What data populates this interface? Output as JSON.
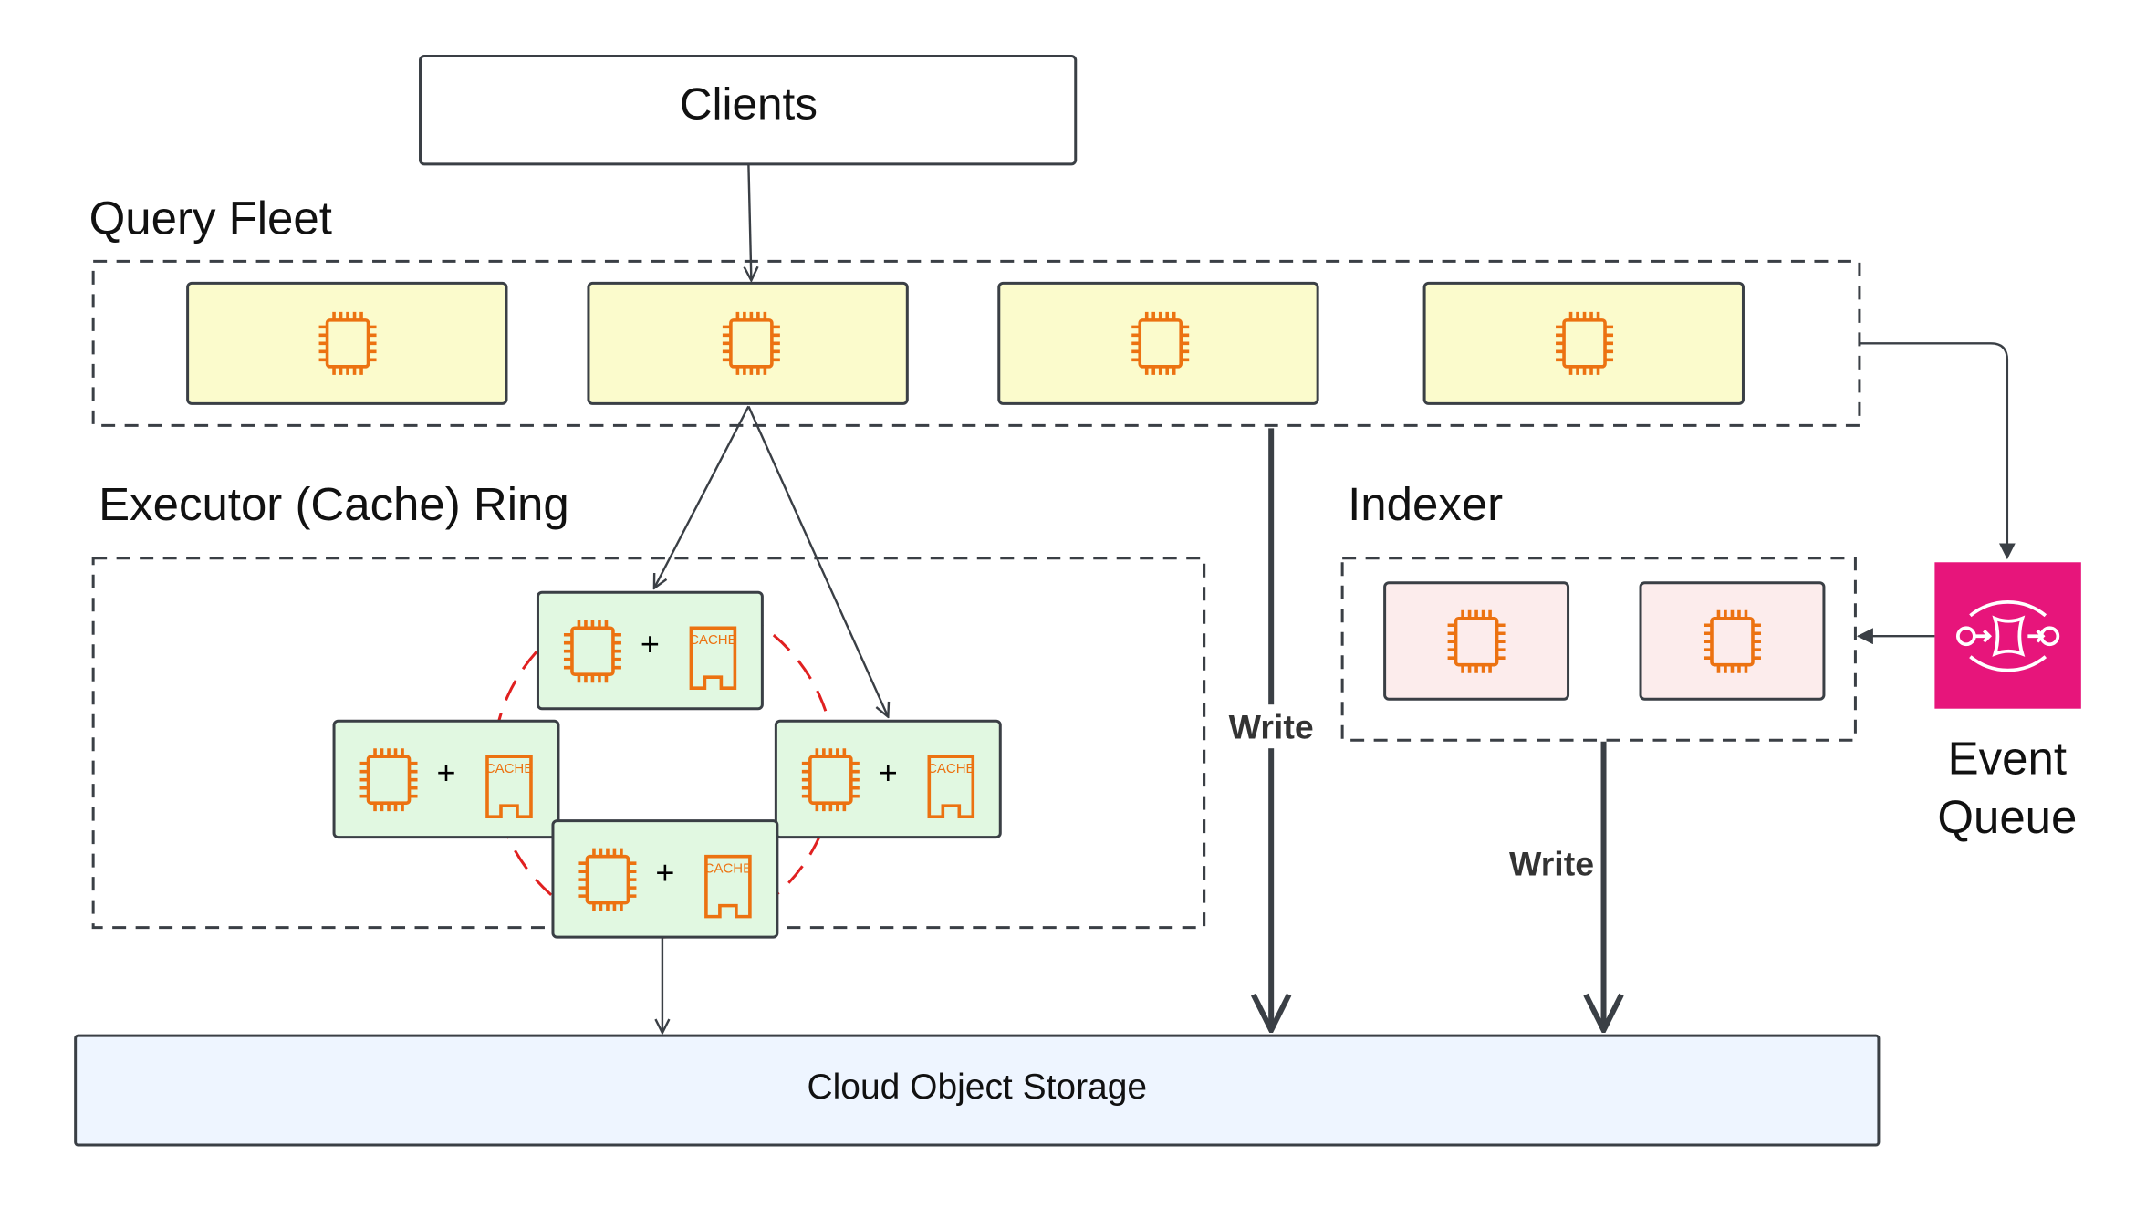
{
  "clients": {
    "label": "Clients"
  },
  "query_fleet": {
    "label": "Query Fleet",
    "nodes": 4
  },
  "executor_ring": {
    "label": "Executor (Cache) Ring",
    "plus": "+",
    "cache_label": "CACHE"
  },
  "indexer": {
    "label": "Indexer"
  },
  "event_queue": {
    "line1": "Event",
    "line2": "Queue",
    "color": "#e7157b"
  },
  "storage": {
    "label": "Cloud Object Storage"
  },
  "writes": {
    "query_write": "Write",
    "indexer_write": "Write"
  },
  "colors": {
    "compute_fill": "#fbfbcc",
    "executor_fill": "#e1f8e1",
    "indexer_fill": "#fcecec",
    "storage_fill": "#eef5ff",
    "chip": "#ec7211",
    "ring": "#e02020"
  }
}
